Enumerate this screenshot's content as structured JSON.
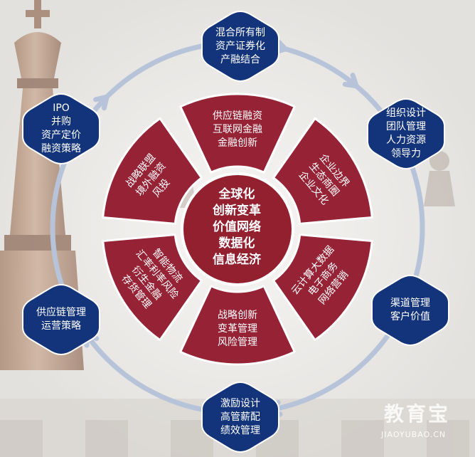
{
  "colors": {
    "hex": "#13347a",
    "petal": "#962236",
    "center": "#93202f",
    "ring": "#b7c3d8",
    "background": "#ecebe9"
  },
  "center": {
    "text": "全球化\n创新变革\n价值网络\n数据化\n信息经济"
  },
  "nodes": [
    {
      "id": "top",
      "text": "混合所有制\n资产证券化\n产融结合"
    },
    {
      "id": "upper-right",
      "text": "组织设计\n团队管理\n人力资源\n领导力"
    },
    {
      "id": "lower-right",
      "text": "渠道管理\n客户价值"
    },
    {
      "id": "bottom",
      "text": "激励设计\n高管薪配\n绩效管理"
    },
    {
      "id": "lower-left",
      "text": "供应链管理\n运营策略"
    },
    {
      "id": "upper-left",
      "text": "IPO\n并购\n资产定价\n融资策略"
    }
  ],
  "petals": [
    {
      "id": "top",
      "text": "供应链融资\n互联网金融\n金融创新"
    },
    {
      "id": "upper-right",
      "text": "企业边界\n生态商圈\n企业文化"
    },
    {
      "id": "lower-right",
      "text": "云计算大数据\n电子商务\n网络营销"
    },
    {
      "id": "bottom",
      "text": "战略创新\n变革管理\n风险管理"
    },
    {
      "id": "lower-left",
      "text": "智能物流\n汇率利率风险\n衍生金融\n存货管理"
    },
    {
      "id": "upper-left",
      "text": "战略联盟\n境外融资\n风投"
    }
  ],
  "watermark": {
    "name": "教育宝",
    "url": "JIAOYUBAO.CN"
  }
}
